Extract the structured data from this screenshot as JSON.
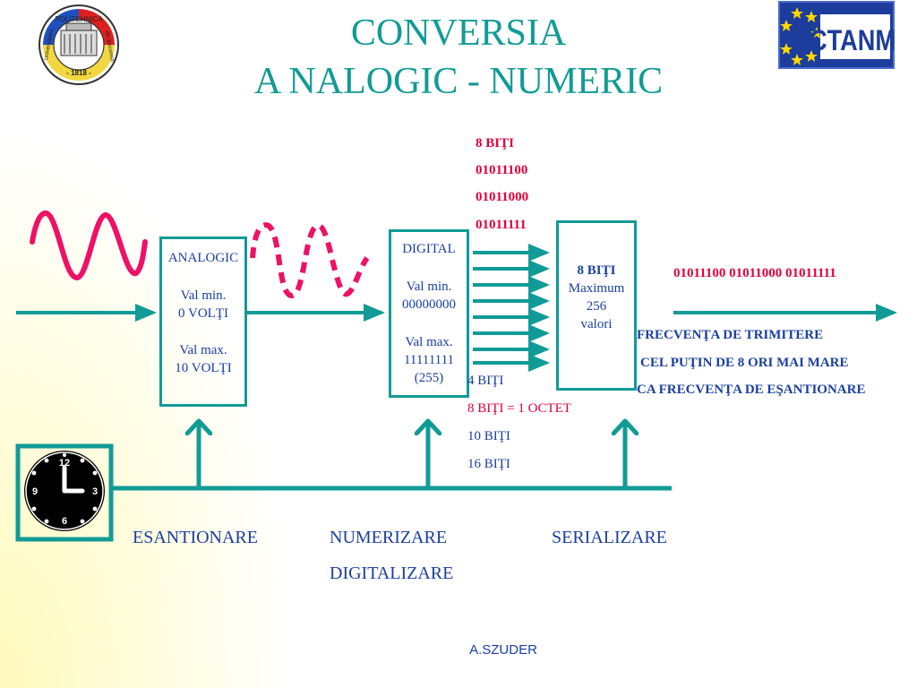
{
  "title": {
    "line1": "CONVERSIA",
    "line2": "A NALOGIC - NUMERIC"
  },
  "logos": {
    "left": {
      "ring_top": "POLITEHNICA",
      "ring_left": "Universitatea",
      "ring_right": "din Bucuresti",
      "year": "- 1818 -"
    },
    "right": {
      "text": "CTANM"
    }
  },
  "analog_box": {
    "title": "ANALOGIC",
    "min_label": "Val min.",
    "min_value": "0 VOLŢI",
    "max_label": "Val max.",
    "max_value": "10 VOLŢI"
  },
  "digital_box": {
    "title": "DIGITAL",
    "min_label": "Val min.",
    "min_value": "00000000",
    "max_label": "Val max.",
    "max_value": "11111111",
    "max_decimal": "(255)"
  },
  "serial_box": {
    "title": "8 BIŢI",
    "line2": "Maximum",
    "line3": "256",
    "line4": "valori"
  },
  "bit_words": {
    "header": "8 BIŢI",
    "words": [
      "01011100",
      "01011000",
      "01011111"
    ]
  },
  "bit_sizes": [
    "4 BIŢI",
    "8 BIŢI = 1 OCTET",
    "10 BIŢI",
    "16 BIŢI"
  ],
  "serial_stream": "01011100  01011000 01011111",
  "frequency_note": [
    "FRECVENŢA DE  TRIMITERE",
    "CEL PUŢIN DE  8 ORI  MAI  MARE",
    "CA FRECVENŢA DE EŞANTIONARE"
  ],
  "clock": {
    "n12": "12",
    "n3": "3",
    "n6": "6",
    "n9": "9"
  },
  "stages": {
    "sampling": "ESANTIONARE",
    "quantizing": "NUMERIZARE",
    "digitizing": "DIGITALIZARE",
    "serializing": "SERIALIZARE"
  },
  "author": "A.SZUDER",
  "colors": {
    "teal": "#119b96",
    "navy": "#1a3fa0",
    "red": "#e0003c",
    "wave": "#ee1166",
    "background_glow": "#fffbbf"
  }
}
